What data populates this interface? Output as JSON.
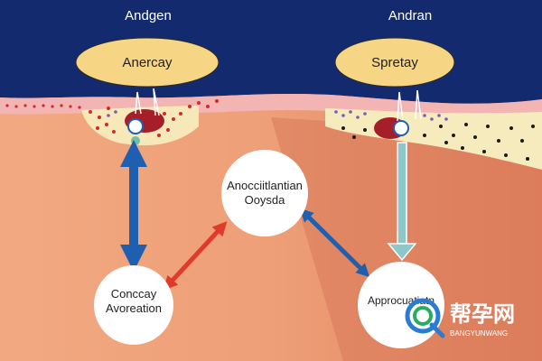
{
  "headers": {
    "left": "Andgen",
    "right": "Andran"
  },
  "top_labels": {
    "left": "Anercay",
    "right": "Spretay"
  },
  "nodes": {
    "center_line1": "Anocciitlantian",
    "center_line2": "Ooysda",
    "bottom_left_line1": "Conccay",
    "bottom_left_line2": "Avoreation",
    "bottom_right": "Approcuatiatn"
  },
  "watermark": {
    "cn_text": "帮孕网",
    "latin_text": "BANGYUNWANG"
  },
  "colors": {
    "sky": "#132a6e",
    "label_oval": "#f6d584",
    "arrow_blue": "#1f5fb0",
    "arrow_red": "#e03a2a",
    "arrow_teal": "#8ec7c9",
    "node_fill": "#ffffff"
  },
  "icons": [
    "watermark-logo-icon"
  ]
}
